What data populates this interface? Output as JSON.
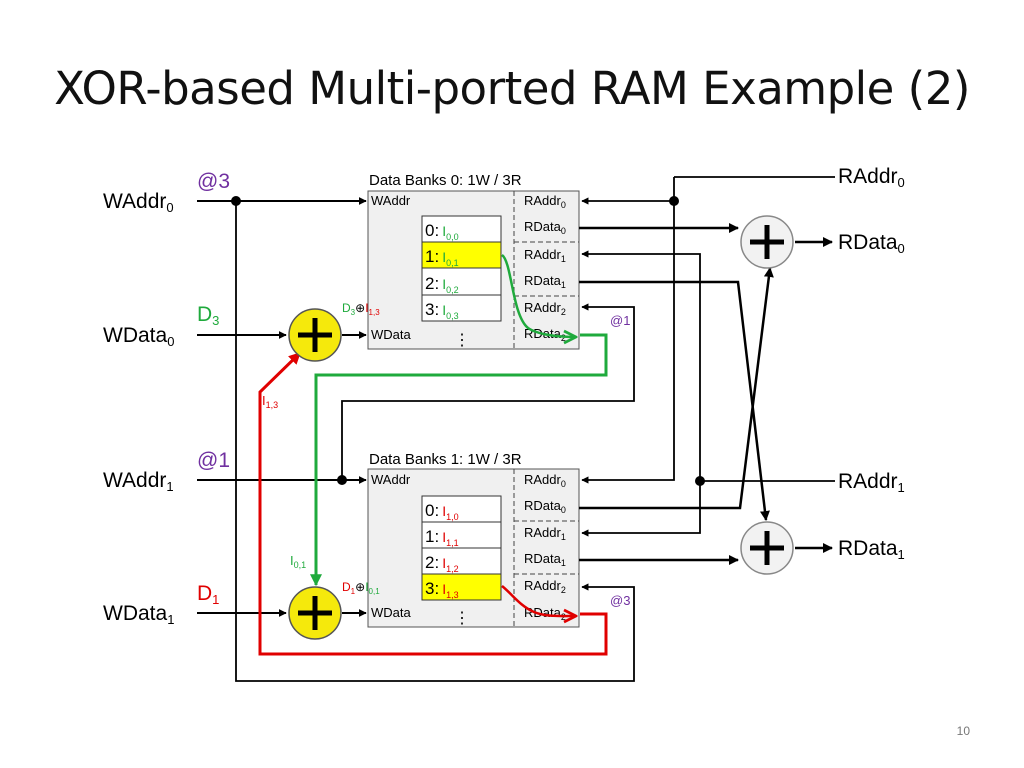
{
  "slide": {
    "title": "XOR-based Multi-ported RAM Example (2)",
    "page_number": "10"
  },
  "colors": {
    "green": "#1faa3c",
    "red": "#e00000",
    "purple": "#7030a0",
    "highlight": "#ffff00",
    "xor_fill": "#f5e90c",
    "bank_fill": "#f0f0f0"
  },
  "sym": {
    "xor": "⊕",
    "plus": "+",
    "vdots": "⋮"
  },
  "left": {
    "waddr": {
      "base": "WAddr",
      "sub0": "0",
      "sub1": "1"
    },
    "wdata": {
      "base": "WData",
      "sub0": "0",
      "sub1": "1"
    },
    "addr_top": "@3",
    "addr_bottom": "@1",
    "d_base": "D",
    "d_top_sub": "3",
    "d_bottom_sub": "1"
  },
  "right": {
    "raddr": {
      "base": "RAddr",
      "sub0": "0",
      "sub1": "1"
    },
    "rdata": {
      "base": "RData",
      "sub0": "0",
      "sub1": "1"
    }
  },
  "banks": [
    {
      "title": "Data Banks 0: 1W / 3R",
      "waddr_port": "WAddr",
      "wdata_port": "WData",
      "entries": [
        {
          "index": "0:",
          "var": "I",
          "sub": "0,0",
          "highlight": false,
          "color": "green"
        },
        {
          "index": "1:",
          "var": "I",
          "sub": "0,1",
          "highlight": true,
          "color": "green"
        },
        {
          "index": "2:",
          "var": "I",
          "sub": "0,2",
          "highlight": false,
          "color": "green"
        },
        {
          "index": "3:",
          "var": "I",
          "sub": "0,3",
          "highlight": false,
          "color": "green"
        }
      ],
      "read_ports": [
        {
          "base": "RAddr",
          "sub": "0"
        },
        {
          "base": "RData",
          "sub": "0"
        },
        {
          "base": "RAddr",
          "sub": "1"
        },
        {
          "base": "RData",
          "sub": "1"
        },
        {
          "base": "RAddr",
          "sub": "2"
        },
        {
          "base": "RData",
          "sub": "2"
        }
      ],
      "read_addr_note": "@1",
      "xor_label": {
        "d": "D",
        "d_sub": "3",
        "i": "I",
        "i_sub": "1,3"
      }
    },
    {
      "title": "Data Banks 1: 1W / 3R",
      "waddr_port": "WAddr",
      "wdata_port": "WData",
      "entries": [
        {
          "index": "0:",
          "var": "I",
          "sub": "1,0",
          "highlight": false,
          "color": "red"
        },
        {
          "index": "1:",
          "var": "I",
          "sub": "1,1",
          "highlight": false,
          "color": "red"
        },
        {
          "index": "2:",
          "var": "I",
          "sub": "1,2",
          "highlight": false,
          "color": "red"
        },
        {
          "index": "3:",
          "var": "I",
          "sub": "1,3",
          "highlight": true,
          "color": "red"
        }
      ],
      "read_ports": [
        {
          "base": "RAddr",
          "sub": "0"
        },
        {
          "base": "RData",
          "sub": "0"
        },
        {
          "base": "RAddr",
          "sub": "1"
        },
        {
          "base": "RData",
          "sub": "1"
        },
        {
          "base": "RAddr",
          "sub": "2"
        },
        {
          "base": "RData",
          "sub": "2"
        }
      ],
      "read_addr_note": "@3",
      "xor_label": {
        "d": "D",
        "d_sub": "1",
        "i": "I",
        "i_sub": "0,1"
      }
    }
  ],
  "wire_labels": {
    "red": {
      "base": "I",
      "sub": "1,3"
    },
    "green": {
      "base": "I",
      "sub": "0,1"
    }
  }
}
